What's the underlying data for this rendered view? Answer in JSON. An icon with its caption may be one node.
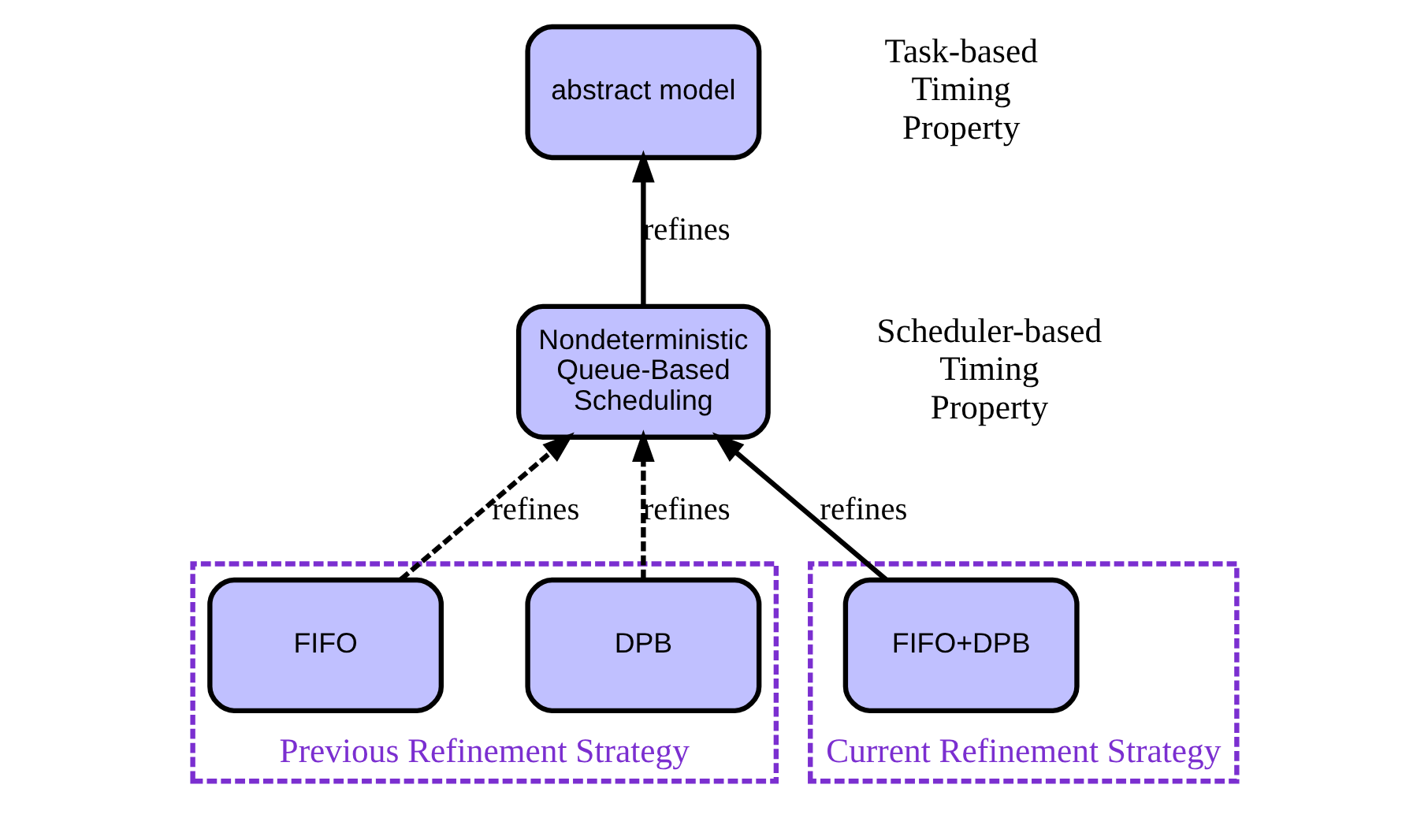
{
  "diagram": {
    "nodes": [
      {
        "text": [
          "abstract model"
        ],
        "beside": [
          "Task-based Timing Property"
        ]
      },
      {
        "text": [
          "Nondeterministic Queue-Based Scheduling"
        ],
        "beside": [
          "Scheduler-based Timing Property"
        ]
      },
      {
        "text": [
          "Previous Refinement Strategy"
        ]
      },
      {
        "text": [
          "FIFO"
        ],
        "in": 2
      },
      {
        "text": [
          "DPB"
        ],
        "in": 2
      },
      {
        "text": [
          "Current Refinement Strategy"
        ]
      },
      {
        "text": [
          "FIFO+DPB"
        ],
        "in": 5
      }
    ],
    "edges": [
      {
        "from": 1,
        "to": 0,
        "arrow": "to",
        "label": "refines"
      },
      {
        "from": 3,
        "to": 1,
        "arrow": "to",
        "label": "refines",
        "style": "dashed"
      },
      {
        "from": 4,
        "to": 1,
        "arrow": "to",
        "label": "refines",
        "style": "dashed"
      },
      {
        "from": 6,
        "to": 1,
        "arrow": "to",
        "label": "refines"
      }
    ]
  }
}
